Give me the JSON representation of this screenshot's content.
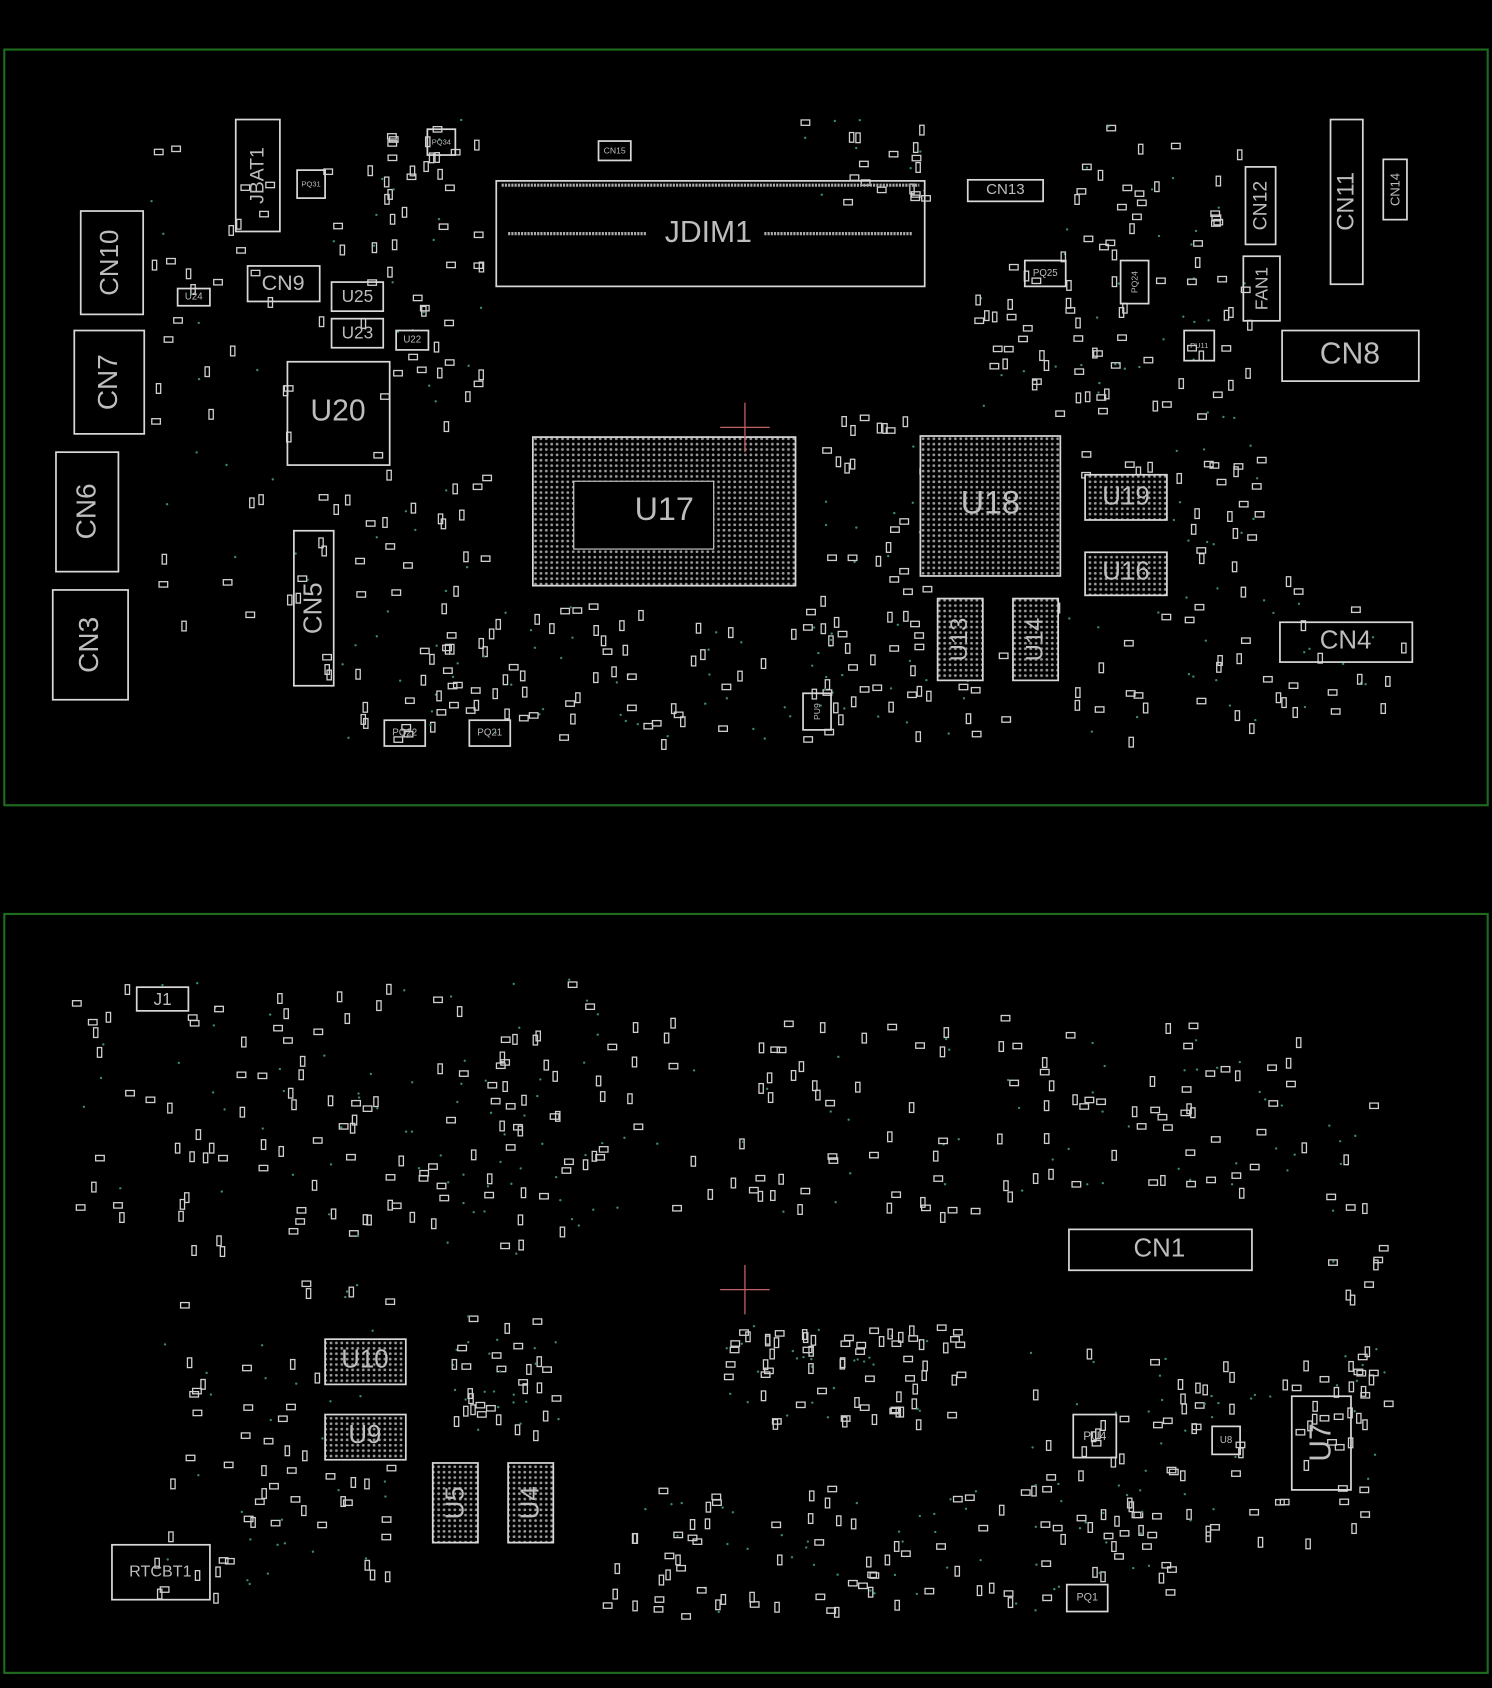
{
  "colors": {
    "background": "#000000",
    "board_outline": "#1e6a1e",
    "component": "#d8d8d8",
    "via": "#3a8a7a",
    "crosshair": "#c06060"
  },
  "top_side": {
    "components": {
      "JBAT1": "JBAT1",
      "CN10": "CN10",
      "CN7": "CN7",
      "CN6": "CN6",
      "CN3": "CN3",
      "CN9": "CN9",
      "U24": "U24",
      "U25": "U25",
      "U23": "U23",
      "U22": "U22",
      "U20": "U20",
      "CN5": "CN5",
      "JDIM1": "JDIM1",
      "U17": "U17",
      "U18": "U18",
      "U19": "U19",
      "U16": "U16",
      "U13": "U13",
      "U14": "U14",
      "CN13": "CN13",
      "CN12": "CN12",
      "CN11": "CN11",
      "CN14": "CN14",
      "FAN1": "FAN1",
      "CN8": "CN8",
      "CN4": "CN4",
      "PQ22": "PQ22",
      "PQ21": "PQ21",
      "PU9": "PU9",
      "PQ25": "PQ25",
      "PQ24": "PQ24",
      "CN15": "CN15",
      "PQ31": "PQ31",
      "PQ34": "PQ34",
      "PU11": "PU11"
    }
  },
  "bottom_side": {
    "components": {
      "J1": "J1",
      "U10": "U10",
      "U9": "U9",
      "U5": "U5",
      "U4": "U4",
      "CN1": "CN1",
      "U7": "U7",
      "U8": "U8",
      "PU4": "PU4",
      "RTCBT1": "RTCBT1",
      "PQ1": "PQ1"
    }
  }
}
